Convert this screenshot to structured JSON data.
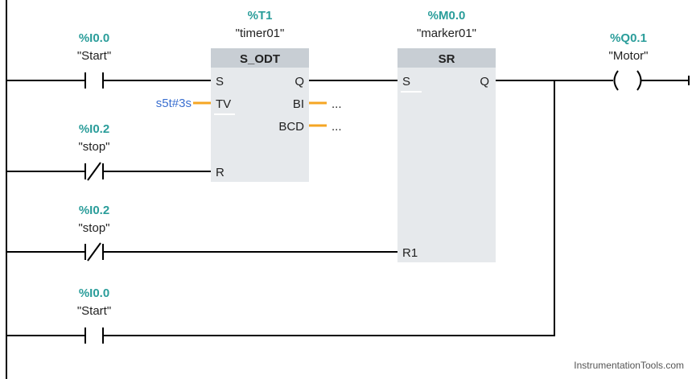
{
  "contacts": [
    {
      "id": "start-1",
      "address": "%I0.0",
      "tag": "\"Start\"",
      "type": "NO"
    },
    {
      "id": "stop-1",
      "address": "%I0.2",
      "tag": "\"stop\"",
      "type": "NC"
    },
    {
      "id": "stop-2",
      "address": "%I0.2",
      "tag": "\"stop\"",
      "type": "NC"
    },
    {
      "id": "start-2",
      "address": "%I0.0",
      "tag": "\"Start\"",
      "type": "NO"
    }
  ],
  "timer": {
    "address": "%T1",
    "tag": "\"timer01\"",
    "title": "S_ODT",
    "pins": {
      "s": "S",
      "tv": "TV",
      "r": "R",
      "q": "Q",
      "bi": "BI",
      "bcd": "BCD"
    },
    "tv_value": "s5t#3s",
    "bi_value": "...",
    "bcd_value": "..."
  },
  "sr": {
    "address": "%M0.0",
    "tag": "\"marker01\"",
    "title": "SR",
    "pins": {
      "s": "S",
      "r1": "R1",
      "q": "Q"
    }
  },
  "coil": {
    "address": "%Q0.1",
    "tag": "\"Motor\""
  },
  "watermark": "InstrumentationTools.com",
  "colors": {
    "address": "#2a9d9a",
    "param": "#3a6fd0",
    "block": "#e6e9ec",
    "block_header": "#c8ced4",
    "unconnected": "#f5a623"
  }
}
